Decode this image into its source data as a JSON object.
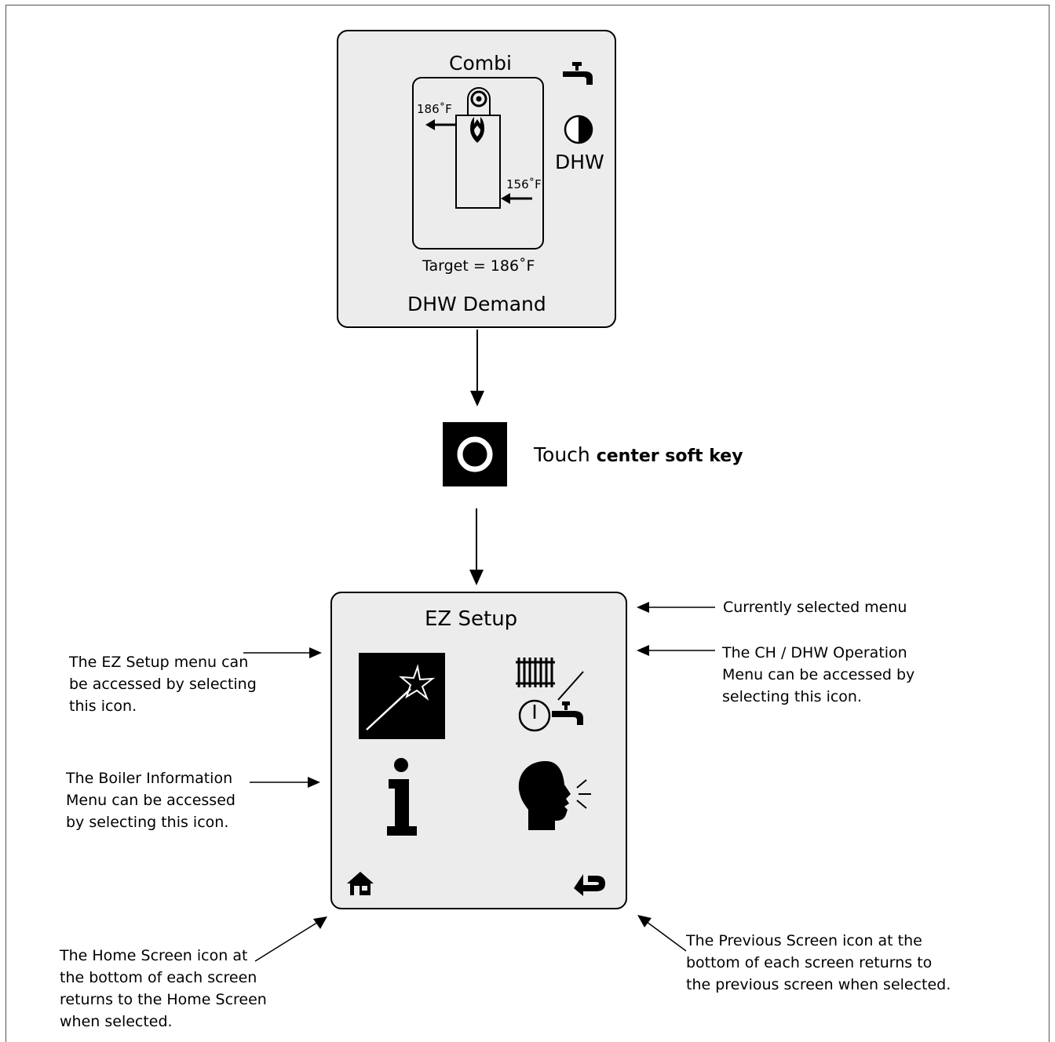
{
  "home_screen": {
    "title": "Combi",
    "supply_temp": "186˚F",
    "return_temp": "156˚F",
    "pump_label": "DHW",
    "target": "Target = 186˚F",
    "status": "DHW Demand"
  },
  "step": {
    "prefix": "Touch ",
    "bold": "center soft key"
  },
  "menu_screen": {
    "title": "EZ Setup",
    "icons": [
      "magic-wand-icon",
      "ch-dhw-operation-icon",
      "info-icon",
      "voice-icon"
    ],
    "home_icon": "home-icon",
    "back_icon": "return-arrow-icon"
  },
  "annotations": {
    "currently_selected": "Currently selected menu",
    "ch_dhw": "The CH / DHW Operation\nMenu can be accessed by\nselecting this icon.",
    "ez_setup": "The EZ Setup menu can\nbe accessed by selecting\nthis icon.",
    "boiler_info": "The Boiler Information\nMenu can be accessed\nby selecting this icon.",
    "home": "The Home Screen icon at\nthe bottom of each screen\nreturns to the Home Screen\nwhen selected.",
    "previous": "The Previous Screen icon at the\nbottom of each screen returns to\nthe previous screen when selected."
  }
}
